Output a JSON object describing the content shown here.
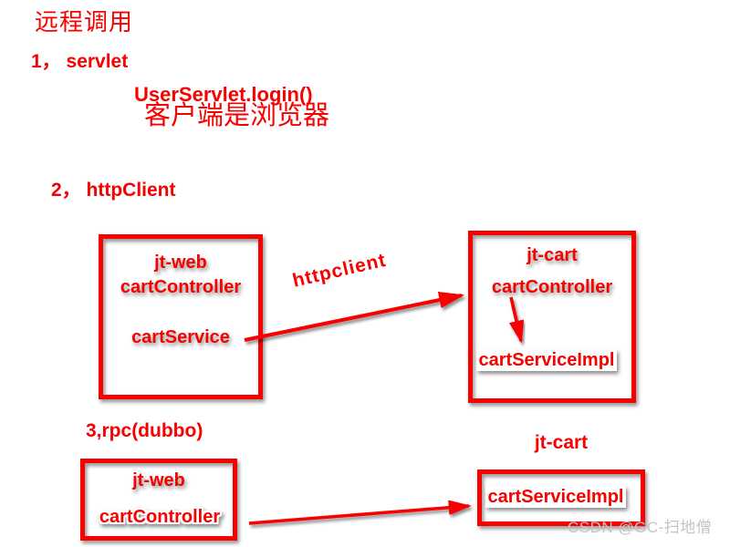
{
  "colors": {
    "red": "#f70000",
    "watermark": "#c4c4c4",
    "bg": "#ffffff"
  },
  "title": "远程调用",
  "section1": {
    "label": "1， servlet",
    "code": "UserServlet.login()",
    "note": "客户端是浏览器"
  },
  "section2": {
    "label": "2， httpClient",
    "left_box": {
      "module": "jt-web",
      "controller": "cartController",
      "service": "cartService"
    },
    "arrow_label": "httpclient",
    "right_box": {
      "module": "jt-cart",
      "controller": "cartController",
      "impl": "cartServiceImpl"
    }
  },
  "section3": {
    "label": "3,rpc(dubbo)",
    "left_box": {
      "module": "jt-web",
      "controller": "cartController"
    },
    "right_box_title": "jt-cart",
    "right_box": {
      "impl": "cartServiceImpl"
    }
  },
  "watermark": "CSDN @GC-扫地僧"
}
